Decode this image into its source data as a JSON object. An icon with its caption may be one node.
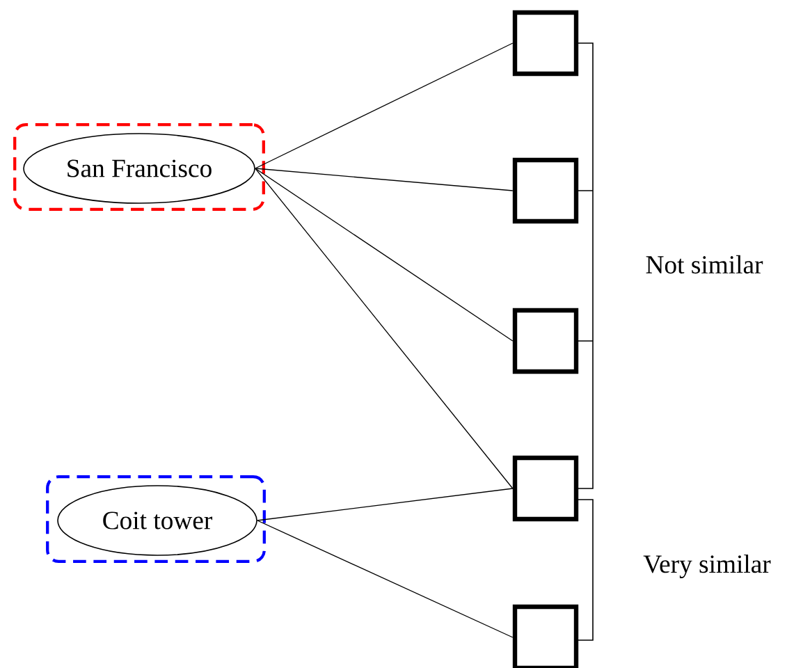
{
  "diagram": {
    "nodes": [
      {
        "text": [],
        "shape": "box"
      },
      {
        "text": [
          "San Francisco"
        ],
        "in": 0
      },
      {
        "text": [],
        "shape": "box"
      },
      {
        "text": [
          "Coit tower"
        ],
        "in": 2
      },
      {
        "text": [],
        "shape": "box"
      },
      {
        "text": [],
        "shape": "box"
      },
      {
        "text": [],
        "shape": "box"
      },
      {
        "text": [],
        "shape": "box"
      },
      {
        "text": [],
        "shape": "box"
      }
    ],
    "edges": [
      {
        "from": 1,
        "to": 4,
        "arrow": "none"
      },
      {
        "from": 1,
        "to": 5,
        "arrow": "none"
      },
      {
        "from": 1,
        "to": 6,
        "arrow": "none"
      },
      {
        "from": 1,
        "to": 7,
        "arrow": "none"
      },
      {
        "from": 3,
        "to": 7,
        "arrow": "none"
      },
      {
        "from": 3,
        "to": 8,
        "arrow": "none"
      }
    ],
    "labels": [
      "Not similar",
      "Very similar"
    ]
  }
}
